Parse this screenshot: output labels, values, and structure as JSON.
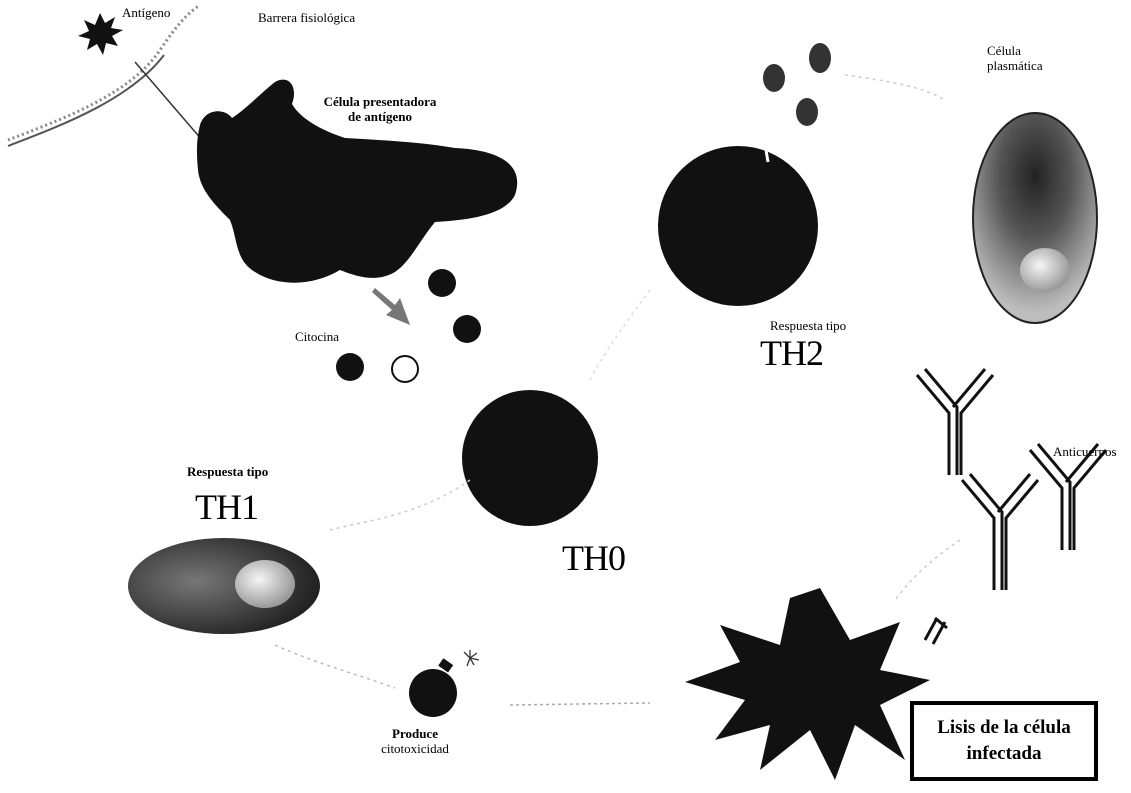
{
  "labels": {
    "antigen": "Antígeno",
    "barrier": "Barrera fisiológica",
    "apc_line1": "Célula presentadora",
    "apc_line2": "de antígeno",
    "cytokine": "Citocina",
    "plasma_line1": "Célula",
    "plasma_line2": "plasmática",
    "th2_caption": "Respuesta tipo",
    "th2": "TH2",
    "th1_caption": "Respuesta tipo",
    "th1": "TH1",
    "th0": "TH0",
    "antibodies": "Anticuerpos",
    "cytotox_line1": "Produce",
    "cytotox_line2": "citotoxicidad",
    "lysis_line1": "Lisis de la célula",
    "lysis_line2": "infectada"
  },
  "colors": {
    "ink": "#111111",
    "grey_dot": "#9a9a9a",
    "background": "#ffffff"
  }
}
